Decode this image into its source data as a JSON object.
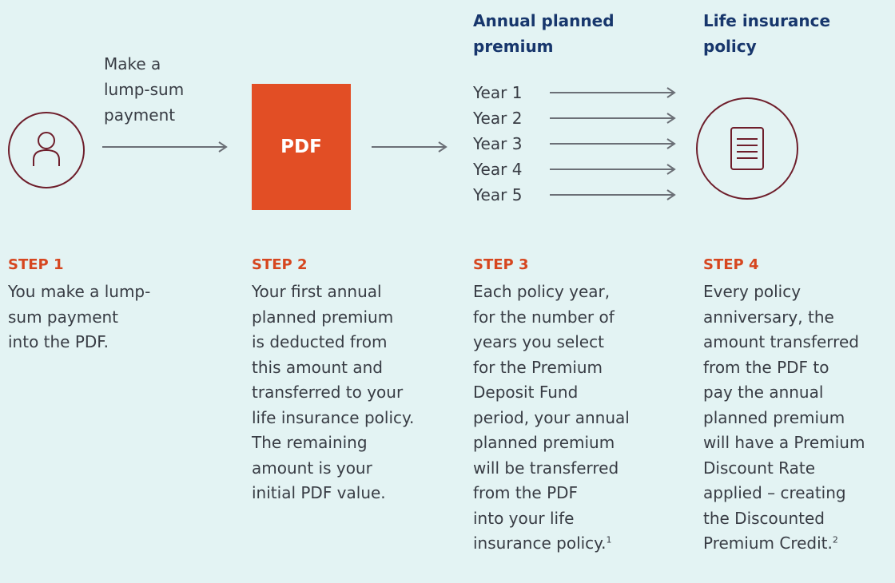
{
  "top": {
    "payment_label": "Make a\nlump-sum\npayment",
    "pdf_label": "PDF",
    "annual_heading": "Annual planned\npremium",
    "policy_heading": "Life insurance\npolicy",
    "years": [
      "Year 1",
      "Year 2",
      "Year 3",
      "Year 4",
      "Year 5"
    ]
  },
  "steps": [
    {
      "title": "STEP 1",
      "text": "You make a lump-\nsum payment\ninto the PDF.",
      "footnote": ""
    },
    {
      "title": "STEP 2",
      "text": "Your first annual\nplanned premium\nis deducted from\nthis amount and\ntransferred to your\nlife insurance policy.\nThe remaining\namount is your\ninitial PDF value.",
      "footnote": ""
    },
    {
      "title": "STEP 3",
      "text": "Each policy year,\nfor the number of\nyears you select\nfor the Premium\nDeposit Fund\nperiod, your annual\nplanned premium\nwill be transferred\nfrom the PDF\ninto your life\ninsurance policy.",
      "footnote": "1"
    },
    {
      "title": "STEP 4",
      "text": "Every policy\nanniversary, the\namount transferred\nfrom the PDF to\npay the annual\nplanned premium\nwill have a Premium\nDiscount Rate\napplied – creating\nthe Discounted\nPremium Credit.",
      "footnote": "2"
    }
  ],
  "colors": {
    "background": "#e3f3f3",
    "heading": "#17366c",
    "step_title": "#d6461f",
    "pdf_box": "#e24e25",
    "circle_outline": "#6e1e2b",
    "arrow": "#6b6f76"
  },
  "icons": [
    "person-icon",
    "document-icon",
    "arrow-icon"
  ]
}
